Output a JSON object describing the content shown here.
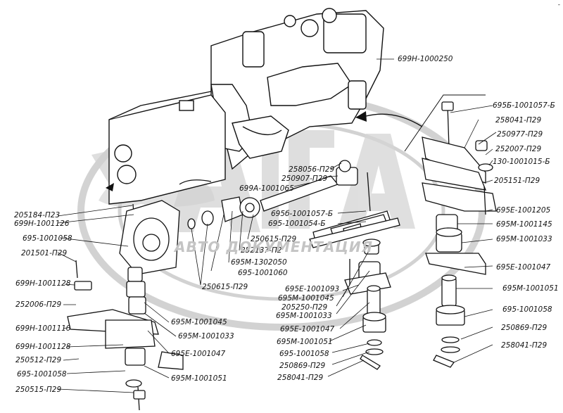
{
  "labels": {
    "l1": "699Н-1000250",
    "l2": "695Б-1001057-Б",
    "l3": "258041-П29",
    "l4": "250977-П29",
    "l5": "252007-П29",
    "l6": "130-1001015-Б",
    "l7": "205151-П29",
    "l8": "695Е-1001205",
    "l9": "695М-1001145",
    "l10": "695М-1001033",
    "l11": "695Е-1001047",
    "l12": "695М-1001051",
    "l13": "695-1001058",
    "l14": "250869-П29",
    "l15": "258041-П29",
    "l16": "258056-П29",
    "l17": "250907-П29",
    "l18": "699А-1001065",
    "l19": "695б-1001057-Б",
    "l20": "695-1001054-Б",
    "l21": "250615-П29",
    "l22": "252137-П2",
    "l23": "695М-1302050",
    "l24": "695-1001060",
    "l25": "250615-П29",
    "l26": "695Е-1001093",
    "l27": "695М-1001045",
    "l28": "205250-П29",
    "l29": "695М-1001033",
    "l30": "695Е-1001047",
    "l31": "695М-1001051",
    "l32": "695-1001058",
    "l33": "250869-П29",
    "l34": "258041-П29",
    "l35": "205184-П23",
    "l36": "699Н-1001126",
    "l37": "695-1001058",
    "l38": "201501-П29",
    "l39": "699Н-1001128",
    "l40": "252006-П29",
    "l41": "699Н-1001110",
    "l42": "699Н-1001128",
    "l43": "250512-П29",
    "l44": "695-1001058",
    "l45": "250515-П29",
    "l46": "695М-1001045",
    "l47": "695М-1001033",
    "l48": "695Е-1001047",
    "l49": "695М-1001051"
  },
  "watermark_text": "АВТО ДОКУМЕНТАЦИЯ",
  "corner_mark": "-"
}
